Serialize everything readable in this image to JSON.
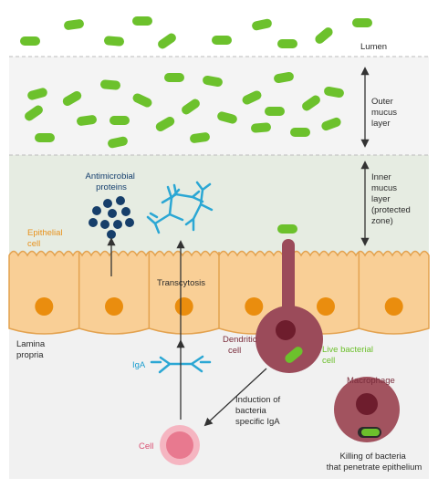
{
  "regions": {
    "lumen": "Lumen",
    "outer_mucus": [
      "Outer",
      "mucus",
      "layer"
    ],
    "inner_mucus": [
      "Inner",
      "mucus",
      "layer",
      "(protected",
      "zone)"
    ],
    "lamina_propria": [
      "Lamina",
      "propria"
    ]
  },
  "labels": {
    "antimicrobial": [
      "Antimicrobial",
      "proteins"
    ],
    "epithelial": [
      "Epithelial",
      "cell"
    ],
    "transcytosis": "Transcytosis",
    "iga": "IgA",
    "dendritic": [
      "Dendritic",
      "cell"
    ],
    "live_bacterial": [
      "Live bacterial",
      "cell"
    ],
    "induction": [
      "Induction of",
      "bacteria",
      "specific IgA"
    ],
    "cell": "Cell",
    "macrophage": "Macrophage",
    "killing": [
      "Killing of bacteria",
      "that penetrate epithelium"
    ]
  },
  "colors": {
    "bacteria": "#6cc12c",
    "epithelium": "#f9cf96",
    "nucleus": "#ea8d0e",
    "dendritic": "#9b4b5a",
    "macrophage": "#a2535f",
    "b_cell": "#e8798f",
    "antibody": "#2ba7d4",
    "antimicrobial": "#163e6a"
  }
}
